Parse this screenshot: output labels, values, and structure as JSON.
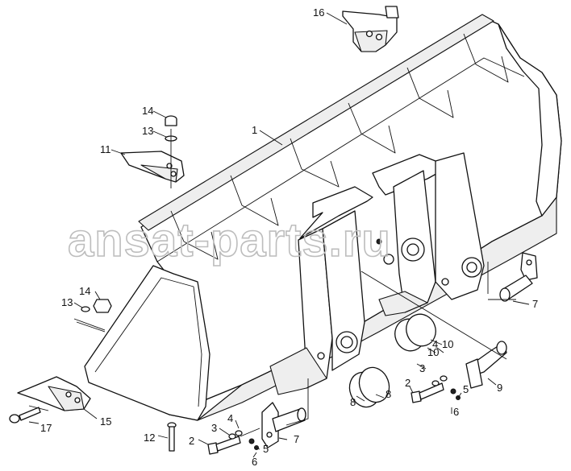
{
  "watermark": "ansat-parts.ru",
  "callouts": [
    "16",
    "1",
    "14",
    "13",
    "11",
    "14",
    "13",
    "7",
    "10",
    "10",
    "4",
    "3",
    "2",
    "5",
    "9",
    "6",
    "8",
    "8",
    "17",
    "15",
    "12",
    "2",
    "3",
    "4",
    "5",
    "7",
    "6"
  ]
}
